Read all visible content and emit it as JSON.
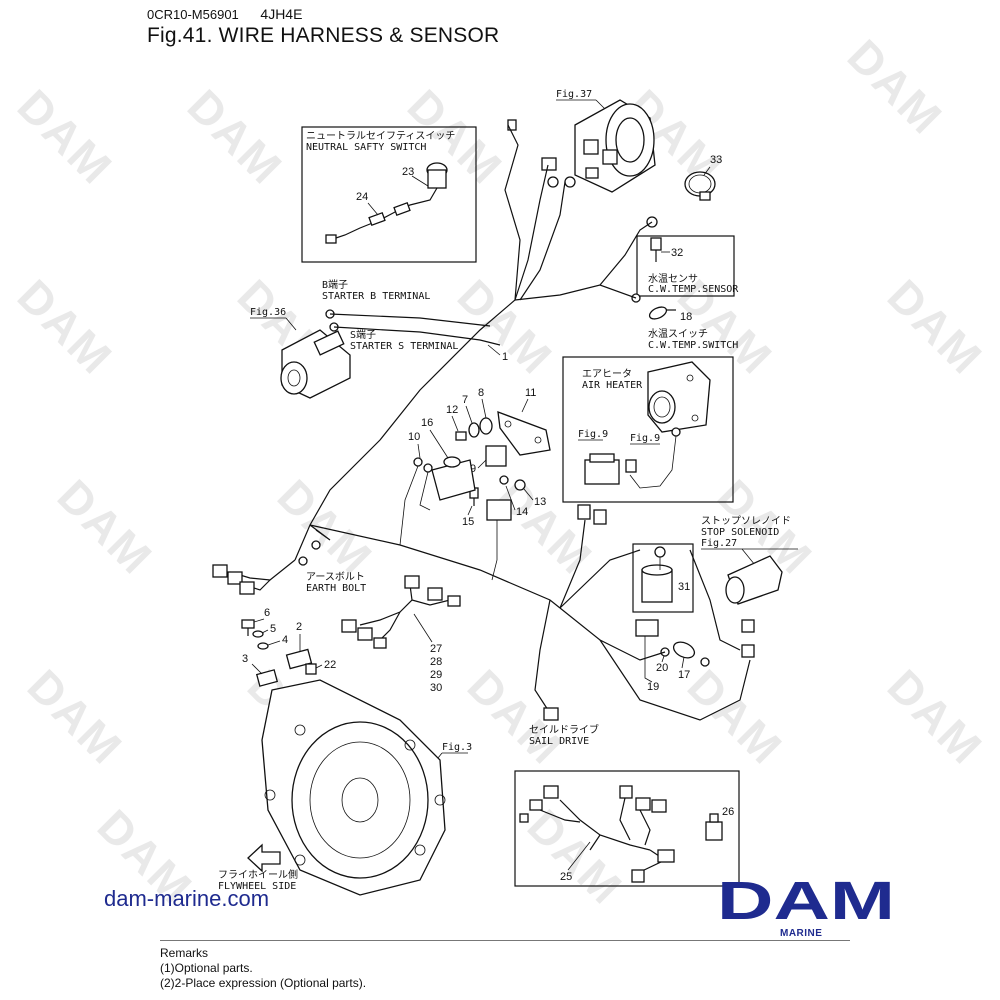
{
  "header": {
    "code": "0CR10-M56901",
    "model": "4JH4E",
    "title": "Fig.41.  WIRE HARNESS & SENSOR"
  },
  "watermark": "DAM",
  "fig_refs": {
    "fig37": "Fig.37",
    "fig36": "Fig.36",
    "fig9a": "Fig.9",
    "fig9b": "Fig.9",
    "fig27": "Fig.27",
    "fig3": "Fig.3"
  },
  "labels": {
    "neutral_jp": "ニュートラルセイフティスイッチ",
    "neutral_en": "NEUTRAL SAFTY SWITCH",
    "cw_sensor_jp": "水温センサ",
    "cw_sensor_en": "C.W.TEMP.SENSOR",
    "cw_switch_jp": "水温スイッチ",
    "cw_switch_en": "C.W.TEMP.SWITCH",
    "starter_b_jp": "B端子",
    "starter_b_en": "STARTER B TERMINAL",
    "starter_s_jp": "S端子",
    "starter_s_en": "STARTER S TERMINAL",
    "air_heater_jp": "エアヒータ",
    "air_heater_en": "AIR HEATER",
    "stop_solenoid_jp": "ストップソレノイド",
    "stop_solenoid_en": "STOP SOLENOID",
    "earth_bolt_jp": "アースボルト",
    "earth_bolt_en": "EARTH BOLT",
    "sail_drive_jp": "セイルドライブ",
    "sail_drive_en": "SAIL DRIVE",
    "flywheel_jp": "フライホイール側",
    "flywheel_en": "FLYWHEEL SIDE"
  },
  "part_numbers": {
    "p1": "1",
    "p2": "2",
    "p3": "3",
    "p4": "4",
    "p5": "5",
    "p6": "6",
    "p7": "7",
    "p8": "8",
    "p9": "9",
    "p10": "10",
    "p11": "11",
    "p12": "12",
    "p13": "13",
    "p14": "14",
    "p15": "15",
    "p16": "16",
    "p17": "17",
    "p18": "18",
    "p19": "19",
    "p20": "20",
    "p22": "22",
    "p23": "23",
    "p24": "24",
    "p25": "25",
    "p26": "26",
    "p27": "27",
    "p28": "28",
    "p29": "29",
    "p30": "30",
    "p31": "31",
    "p32": "32",
    "p33": "33"
  },
  "footer": {
    "site": "dam-marine.com",
    "logo": "DAM",
    "logo_sub": "MARINE",
    "remarks": [
      "Remarks",
      "(1)Optional parts.",
      "(2)2-Place expression (Optional parts)."
    ]
  },
  "colors": {
    "brand": "#1f2b8f"
  }
}
